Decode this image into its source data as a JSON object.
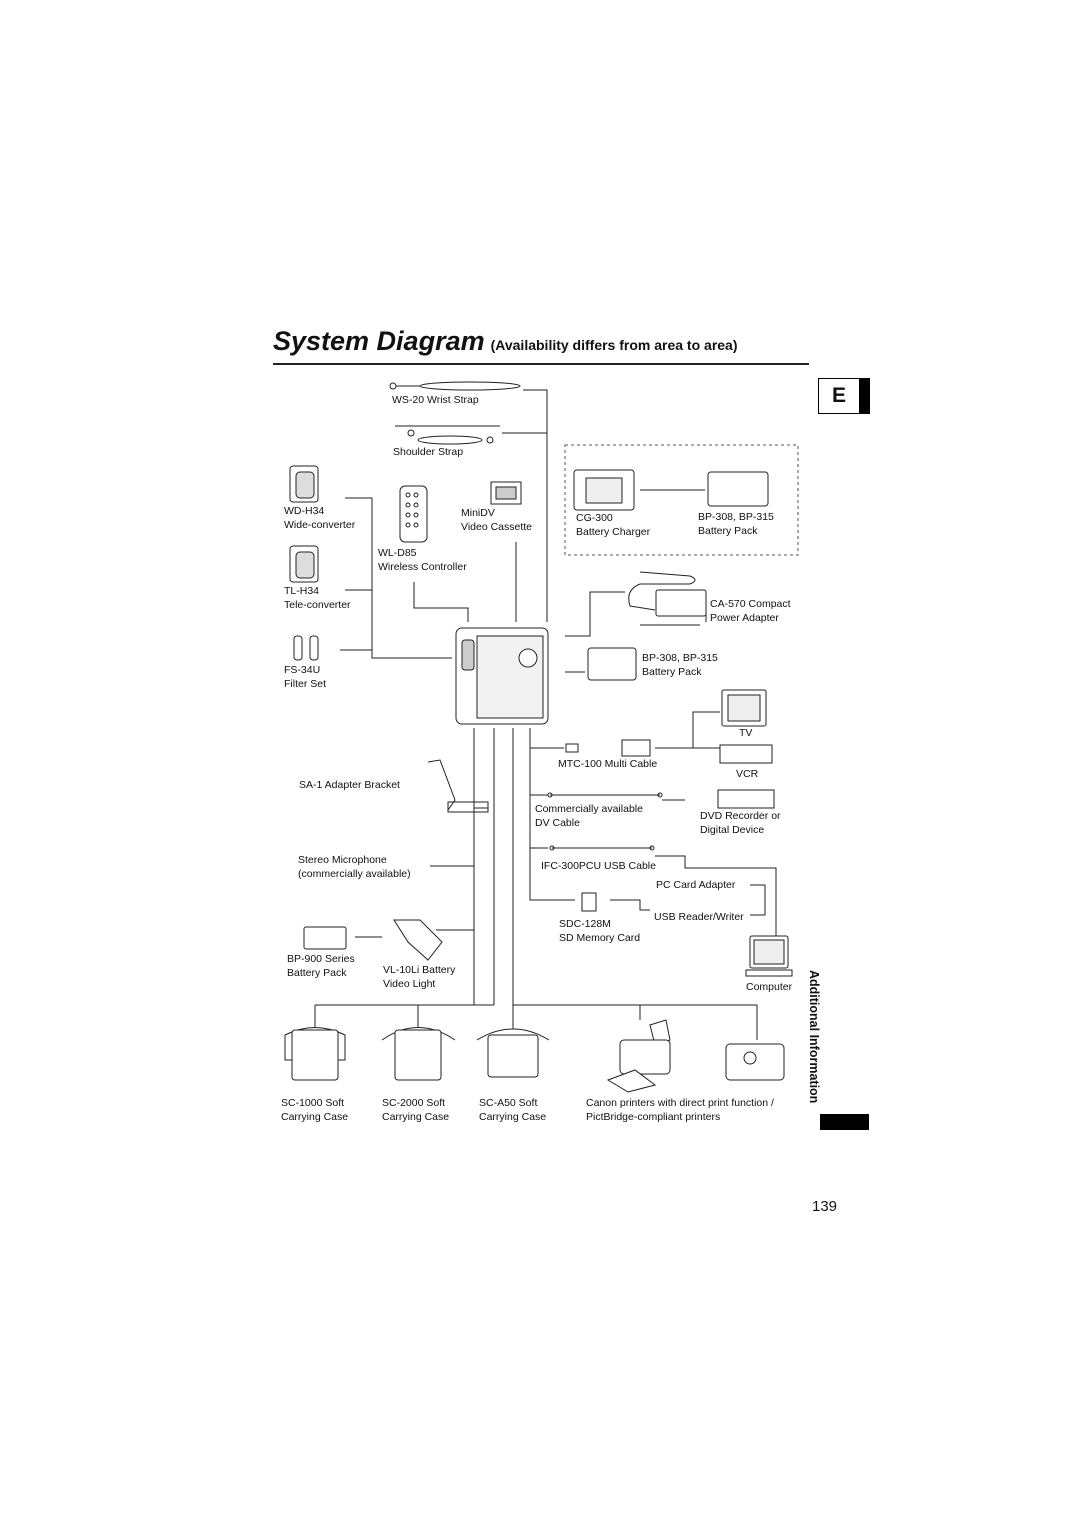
{
  "header": {
    "title": "System Diagram",
    "subtitle": "(Availability differs from area to area)",
    "tab_letter": "E"
  },
  "side_label": "Additional Information",
  "page_number": "139",
  "items": {
    "wrist_strap": "WS-20 Wrist Strap",
    "shoulder_strap": "Shoulder Strap",
    "wd_h34": [
      "WD-H34",
      "Wide-converter"
    ],
    "tl_h34": [
      "TL-H34",
      "Tele-converter"
    ],
    "fs_34u": [
      "FS-34U",
      "Filter Set"
    ],
    "wl_d85": [
      "WL-D85",
      "Wireless Controller"
    ],
    "minidv": [
      "MiniDV",
      "Video Cassette"
    ],
    "cg_300": [
      "CG-300",
      "Battery Charger"
    ],
    "battery_pack_top": [
      "BP-308, BP-315",
      "Battery Pack"
    ],
    "ca_570": [
      "CA-570 Compact",
      "Power Adapter"
    ],
    "battery_pack_mid": [
      "BP-308, BP-315",
      "Battery Pack"
    ],
    "tv": "TV",
    "vcr": "VCR",
    "mtc_100": "MTC-100 Multi Cable",
    "sa_1": "SA-1 Adapter Bracket",
    "dv_cable": [
      "Commercially available",
      "DV Cable"
    ],
    "dvd_recorder": [
      "DVD Recorder or",
      "Digital Device"
    ],
    "stereo_mic": [
      "Stereo Microphone",
      "(commercially available)"
    ],
    "ifc_300pcu": "IFC-300PCU USB Cable",
    "pc_card_adapter": "PC Card Adapter",
    "usb_reader": "USB Reader/Writer",
    "sdc_128m": [
      "SDC-128M",
      "SD Memory Card"
    ],
    "bp_900": [
      "BP-900 Series",
      "Battery Pack"
    ],
    "vl_10li": [
      "VL-10Li Battery",
      "Video Light"
    ],
    "computer": "Computer",
    "sc_1000": [
      "SC-1000 Soft",
      "Carrying Case"
    ],
    "sc_2000": [
      "SC-2000 Soft",
      "Carrying Case"
    ],
    "sc_a50": [
      "SC-A50 Soft",
      "Carrying Case"
    ],
    "printers": [
      "Canon printers with direct print function /",
      "PictBridge-compliant printers"
    ]
  }
}
